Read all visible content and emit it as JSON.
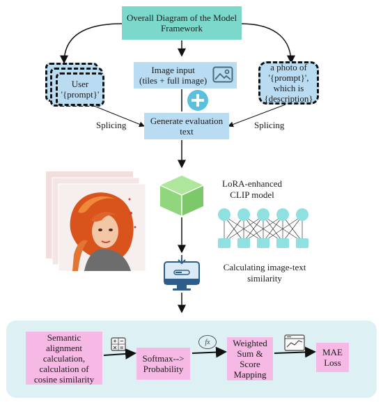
{
  "title": "Overall Diagram of the Model Framework",
  "user_prompt": "User\n'{prompt}'",
  "image_input": "Image input\n(tiles + full image)",
  "description_prompt": "a photo of\n'{prompt}',\nwhich is\n{description}",
  "generate_eval": "Generate evaluation\ntext",
  "splicing_left": "Splicing",
  "splicing_right": "Splicing",
  "clip_label": "LoRA-enhanced\nCLIP model",
  "similarity_label": "Calculating image-text\nsimilarity",
  "semantic_box": "Semantic\nalignment\ncalculation,\ncalculation of\ncosine similarity",
  "softmax_box": "Softmax-->\nProbability",
  "weighted_box": "Weighted\nSum &\nScore\nMapping",
  "mae_box": "MAE\nLoss",
  "fx_symbol": "fx",
  "colors": {
    "teal": "#7dd8cc",
    "blue": "#b9dcf3",
    "pink": "#f6b8e4",
    "green_cube": "#8fd67c",
    "network_node": "#8fe0e0",
    "panel": "#ddf0f3"
  }
}
